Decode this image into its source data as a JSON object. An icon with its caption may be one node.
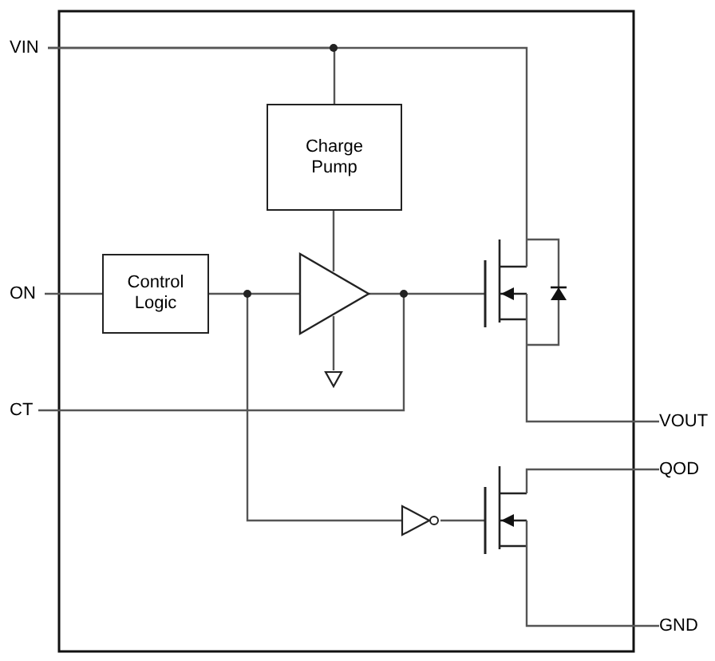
{
  "diagram": {
    "nodes": [
      {
        "text": [
          "VIN"
        ]
      },
      {
        "text": [
          "Charge Pump"
        ]
      },
      {
        "text": [
          "ON"
        ]
      },
      {
        "text": [
          "Control Logic"
        ]
      },
      {
        "text": [
          "CT"
        ]
      },
      {
        "text": [
          "VOUT"
        ]
      },
      {
        "text": [
          "QOD"
        ]
      },
      {
        "text": [
          "GND"
        ]
      },
      {
        "text": [],
        "shape": "transistor"
      },
      {
        "text": [],
        "shape": "transistor"
      }
    ],
    "edges": [
      {
        "from": 0,
        "to": 1,
        "arrow": "none"
      },
      {
        "from": 2,
        "to": 3,
        "arrow": "none"
      },
      {
        "from": 0,
        "to": 8,
        "arrow": "none"
      },
      {
        "from": 8,
        "to": 5,
        "arrow": "none"
      },
      {
        "from": 9,
        "to": 6,
        "arrow": "none"
      },
      {
        "from": 9,
        "to": 7,
        "arrow": "none"
      }
    ]
  }
}
